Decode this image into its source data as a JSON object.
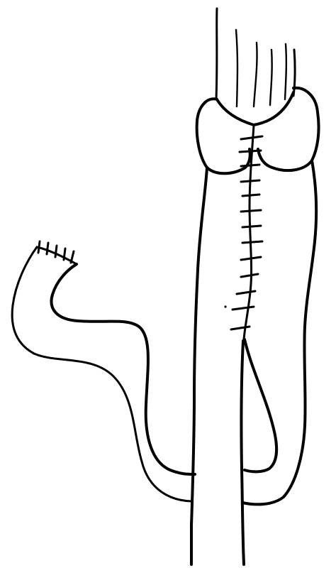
{
  "figure": {
    "type": "surgical line drawing",
    "text_labels": [],
    "colors": {
      "ink": "#000000",
      "background": "#ffffff"
    },
    "suture_stitch_count": {
      "main_vertical_suture_line": 12,
      "jejunal_loop_stump": 5
    }
  }
}
